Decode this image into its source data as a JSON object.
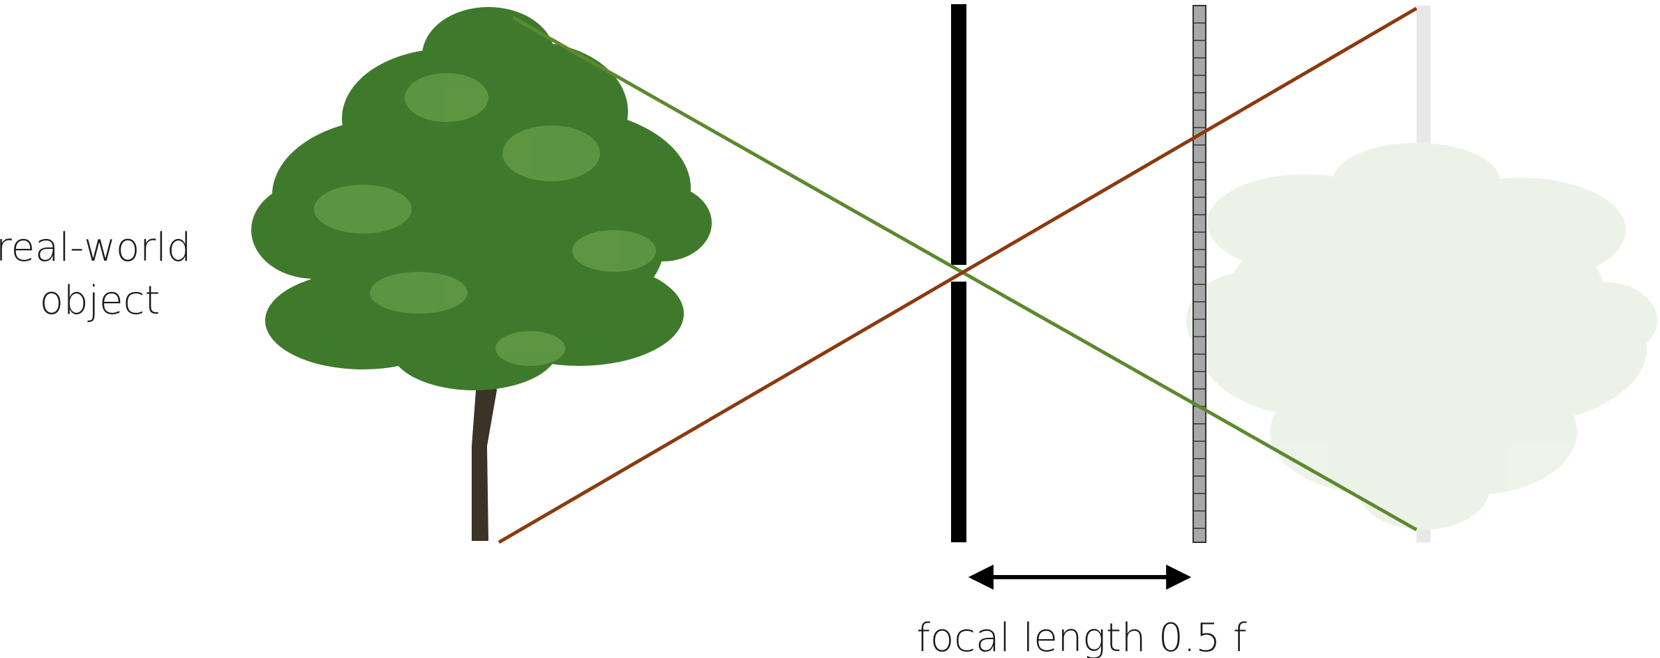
{
  "object_label_lines": [
    "real-world",
    "object"
  ],
  "focal_label": "focal length 0.5 f",
  "colors": {
    "ray_top": "#5b8a2e",
    "ray_bottom": "#8b3a10",
    "pinhole_wall": "#000000",
    "sensor_fill": "#a8a8a8",
    "sensor_stroke": "#333333",
    "foliage": "#3f7a2c",
    "foliage_light": "#6aa14a",
    "trunk": "#3b3228",
    "ghost_foliage": "#dfe9d6",
    "ghost_trunk": "#d6d6d6"
  },
  "icons": {
    "object": "tree-icon",
    "image": "inverted-tree-image-icon",
    "arrow": "double-arrow-icon"
  }
}
